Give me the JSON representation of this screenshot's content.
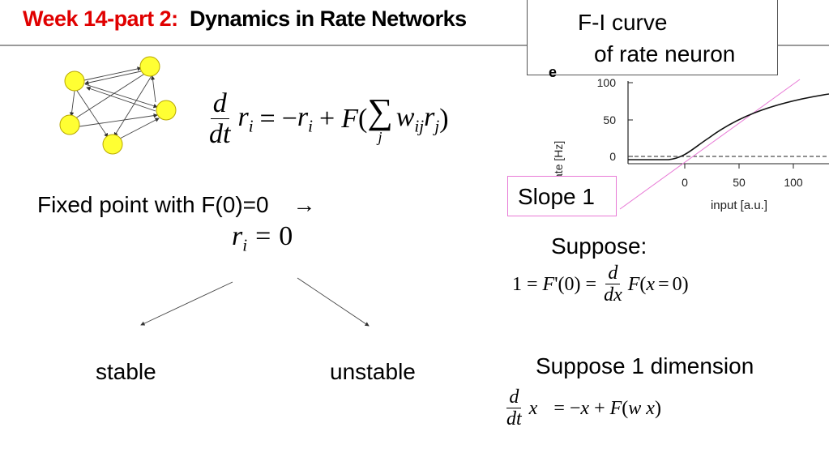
{
  "title": {
    "prefix": "Week 14-part 2:",
    "main": "Dynamics in Rate Networks"
  },
  "fi_box": {
    "line1": "F-I curve",
    "line2": "of rate neuron"
  },
  "panel": {
    "label": "e",
    "ylabel": "Δrate [Hz]",
    "xlabel": "input [a.u.]",
    "yticks": [
      "100",
      "50",
      "0"
    ],
    "xticks": [
      "0",
      "50",
      "100"
    ]
  },
  "slope_box": "Slope 1",
  "fixed_point": {
    "text": "Fixed point with F(0)=0",
    "arrow": "→"
  },
  "branches": {
    "left": "stable",
    "right": "unstable"
  },
  "suppose1": "Suppose:",
  "suppose2": "Suppose 1 dimension",
  "colors": {
    "title_red": "#e00000",
    "node_fill": "#ffff33",
    "slope_line": "#e87ad6",
    "slope_border": "#e87ad6"
  }
}
